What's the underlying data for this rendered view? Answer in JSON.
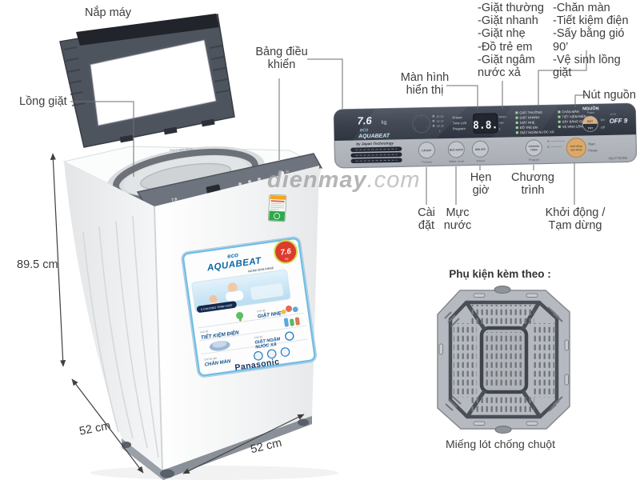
{
  "annotations": {
    "lid": "Nắp máy",
    "drum": "Lồng giặt",
    "control_panel": "Bảng điều khiển",
    "display": "Màn hình hiển thị",
    "power_button": "Nút nguồn",
    "timer": "Hẹn giờ",
    "program": "Chương trình",
    "settings": "Cài đặt",
    "water_level": "Mực nước",
    "start_pause": "Khởi động / Tạm dừng",
    "program_list_left": [
      "-Giặt thường",
      "-Giặt nhanh",
      "-Giặt nhẹ",
      "-Đồ trẻ em",
      "-Giặt ngâm",
      "nước xả"
    ],
    "program_list_right": [
      "-Chăn màn",
      "-Tiết kiệm điện",
      "-Sấy bằng gió 90’",
      "-Vệ sinh lồng giặt"
    ]
  },
  "dimensions": {
    "height": "89.5 cm",
    "depth": "52 cm",
    "width": "52 cm"
  },
  "watermark": {
    "name": "dienmay",
    "tld": ".com"
  },
  "machine": {
    "top_label": "Aqua spin rinse"
  },
  "panel": {
    "capacity": "7.6",
    "capacity_unit": "kg",
    "brand_top": "eco",
    "brand_main": "AQUABEAT",
    "tech": "by Japan Technology",
    "display_value": "8.8.",
    "display_rows": [
      "Preset",
      "Time Left",
      "Program"
    ],
    "display_units": [
      "hours",
      "min",
      "L"
    ],
    "water_levels": [
      "42 52",
      "32 37",
      "20 29",
      "L"
    ],
    "programs_left": [
      "GIẶT THƯỜNG",
      "GIẶT NHANH",
      "GIẶT NHẸ",
      "ĐỒ TRẺ EM",
      "GIẶT NGÂM NƯỚC XẢ"
    ],
    "programs_right": [
      "CHĂN MÀN",
      "TIẾT KIỆM ĐIỆN",
      "SẤY BẰNG GIÓ 90'",
      "VỆ SINH LỒNG GIẶT"
    ],
    "power_label": "NGUỒN",
    "power_sub": "Power",
    "power_on": "BẬT",
    "power_off": "TẮT",
    "on": "On",
    "off": "Off",
    "auto_prefix": "AUTO",
    "auto_off": "OFF 9",
    "buttons": [
      {
        "vi": "CÀI ĐẶT",
        "en": "Process"
      },
      {
        "vi": "MỰC NƯỚC",
        "en": "Water Level"
      },
      {
        "vi": "HẸN GIỜ",
        "en": "Preset"
      },
      {
        "vi_line1": "CHƯƠNG",
        "vi_line2": "TRÌNH",
        "en": "Program"
      }
    ],
    "start": {
      "line1": "khởi động",
      "line2": "tạm dừng",
      "en1": "Start",
      "en2": "Pause"
    },
    "model": "NA-F76VB6"
  },
  "sticker": {
    "brand_top": "eco",
    "brand_main": "AQUABEAT",
    "capacity": "7.6",
    "capacity_unit": "kg",
    "tagline": "NGÂM SPIN RINSE",
    "badge": "9 CHƯƠNG TRÌNH GIẶT",
    "row1_pre": "Chế độ",
    "row1": "GIẶT NHẸ",
    "row2_pre": "Chế độ",
    "row2": "TIẾT KIỆM ĐIỆN",
    "row3_pre": "Chế độ",
    "row3a": "GIẶT NGÂM",
    "row3b": "NƯỚC XẢ",
    "row4_pre": "Chế độ giặt",
    "row4": "CHĂN MÀN",
    "brand_bottom": "Panasonic"
  },
  "accessory": {
    "title": "Phụ kiện kèm theo :",
    "caption": "Miếng lót chống chuột"
  }
}
